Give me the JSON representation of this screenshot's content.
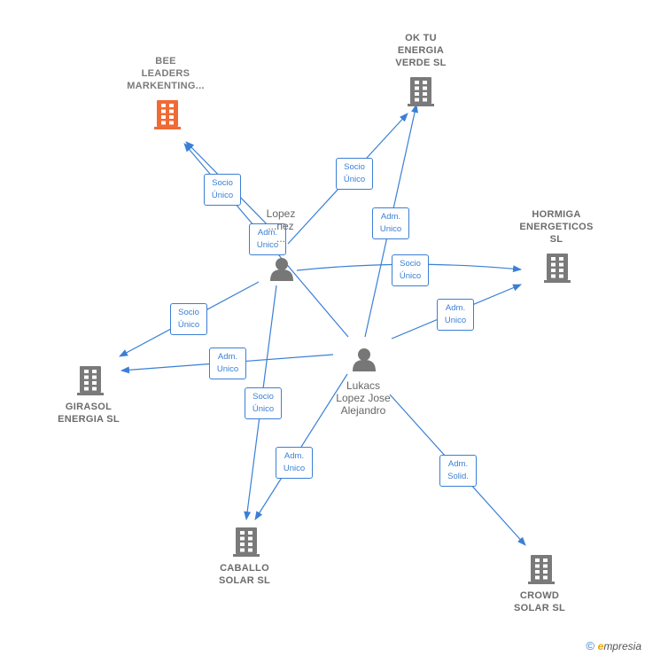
{
  "colors": {
    "edge": "#3a7fd5",
    "company_icon": "#7a7a7a",
    "company_icon_highlight": "#f06a35",
    "person_icon": "#777777"
  },
  "companies": [
    {
      "id": "bee",
      "icon": "building-icon",
      "highlight": true,
      "lines": [
        "BEE",
        "LEADERS",
        "MARKENTING..."
      ]
    },
    {
      "id": "oktu",
      "icon": "building-icon",
      "highlight": false,
      "lines": [
        "OK TU",
        "ENERGIA",
        "VERDE  SL"
      ]
    },
    {
      "id": "hormiga",
      "icon": "building-icon",
      "highlight": false,
      "lines": [
        "HORMIGA",
        "ENERGETICOS",
        "SL"
      ]
    },
    {
      "id": "girasol",
      "icon": "building-icon",
      "highlight": false,
      "lines": [
        "GIRASOL",
        "ENERGIA  SL"
      ]
    },
    {
      "id": "caballo",
      "icon": "building-icon",
      "highlight": false,
      "lines": [
        "CABALLO",
        "SOLAR  SL"
      ]
    },
    {
      "id": "crowd",
      "icon": "building-icon",
      "highlight": false,
      "lines": [
        "CROWD",
        "SOLAR  SL"
      ]
    }
  ],
  "persons": [
    {
      "id": "lopez",
      "icon": "person-icon",
      "lines": [
        "Lopez",
        "...nez",
        "..."
      ]
    },
    {
      "id": "lukacs",
      "icon": "person-icon",
      "lines": [
        "Lukacs",
        "Lopez Jose",
        "Alejandro"
      ]
    }
  ],
  "edges": [
    {
      "from": "lopez",
      "to": "bee",
      "label": [
        "Socio",
        "Único"
      ]
    },
    {
      "from": "lopez",
      "to": "oktu",
      "label": [
        "Socio",
        "Único"
      ]
    },
    {
      "from": "lopez",
      "to": "hormiga",
      "label": [
        "Socio",
        "Único"
      ]
    },
    {
      "from": "lopez",
      "to": "girasol",
      "label": [
        "Socio",
        "Único"
      ]
    },
    {
      "from": "lopez",
      "to": "caballo",
      "label": [
        "Socio",
        "Único"
      ]
    },
    {
      "from": "lukacs",
      "to": "bee",
      "label": [
        "Adm.",
        "Unico"
      ]
    },
    {
      "from": "lukacs",
      "to": "oktu",
      "label": [
        "Adm.",
        "Unico"
      ]
    },
    {
      "from": "lukacs",
      "to": "hormiga",
      "label": [
        "Adm.",
        "Unico"
      ]
    },
    {
      "from": "lukacs",
      "to": "girasol",
      "label": [
        "Adm.",
        "Unico"
      ]
    },
    {
      "from": "lukacs",
      "to": "caballo",
      "label": [
        "Adm.",
        "Unico"
      ]
    },
    {
      "from": "lukacs",
      "to": "crowd",
      "label": [
        "Adm.",
        "Solid."
      ]
    }
  ],
  "footer": {
    "copyright_symbol": "©",
    "brand_initial": "e",
    "brand_rest": "mpresia"
  }
}
